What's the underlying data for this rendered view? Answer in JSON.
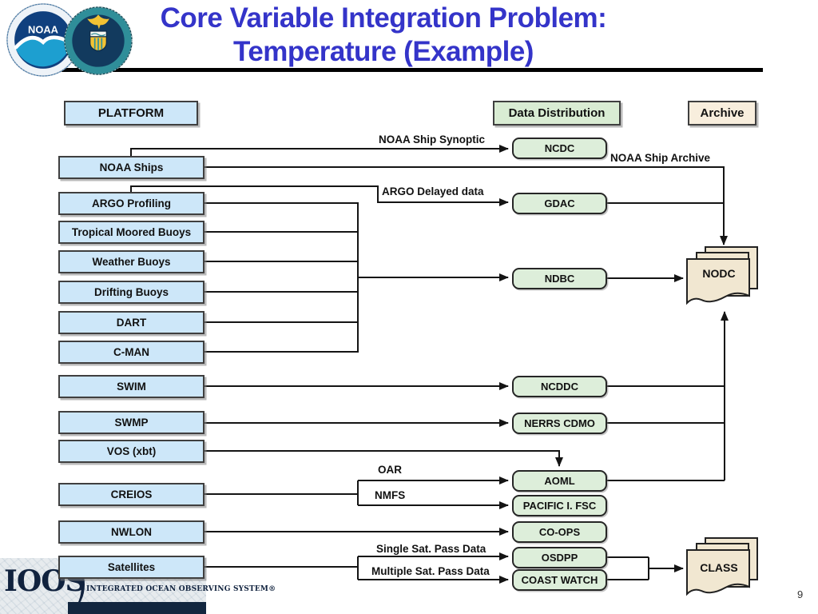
{
  "slide": {
    "title_line1": "Core Variable Integration Problem:",
    "title_line2": "Temperature (Example)",
    "page_number": "9"
  },
  "column_headers": {
    "platform": "PLATFORM",
    "distribution": "Data Distribution",
    "archive": "Archive"
  },
  "platforms": [
    "NOAA Ships",
    "ARGO Profiling",
    "Tropical Moored Buoys",
    "Weather Buoys",
    "Drifting Buoys",
    "DART",
    "C-MAN",
    "SWIM",
    "SWMP",
    "VOS (xbt)",
    "CREIOS",
    "NWLON",
    "Satellites"
  ],
  "distribution_nodes": [
    "NCDC",
    "GDAC",
    "NDBC",
    "NCDDC",
    "NERRS CDMO",
    "AOML",
    "PACIFIC I. FSC",
    "CO-OPS",
    "OSDPP",
    "COAST WATCH"
  ],
  "archive_nodes": [
    "NODC",
    "CLASS"
  ],
  "edge_labels": {
    "synoptic": "NOAA Ship Synoptic",
    "ship_archive": "NOAA Ship Archive",
    "argo_delayed": "ARGO Delayed data",
    "oar": "OAR",
    "nmfs": "NMFS",
    "single_pass": "Single Sat. Pass Data",
    "multiple_pass": "Multiple Sat. Pass Data"
  },
  "logos": {
    "noaa_text": "NOAA",
    "ioos_acronym": "IOOS",
    "ioos_tagline": "INTEGRATED OCEAN OBSERVING SYSTEM®"
  },
  "colors": {
    "title_blue": "#3434c9",
    "platform_box": "#cde7f9",
    "distribution_box": "#ddeeda",
    "archive_box": "#f8eedd",
    "document_fill": "#f1e7d1",
    "connector": "#141414"
  }
}
